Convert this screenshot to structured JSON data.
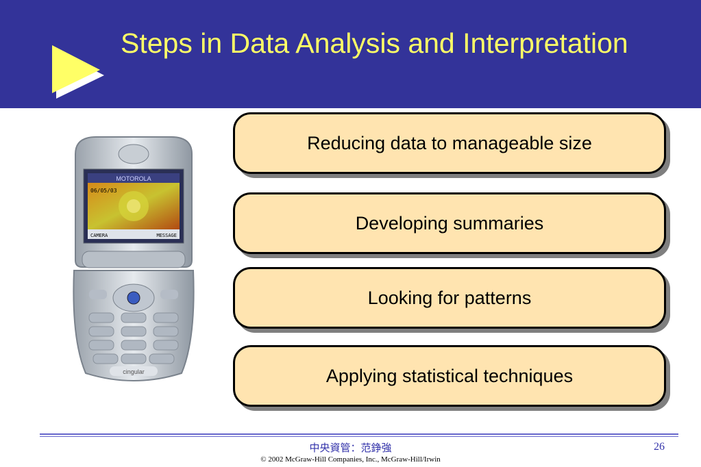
{
  "slide": {
    "title": "Steps in Data Analysis and Interpretation",
    "colors": {
      "header_bg": "#333399",
      "title": "#ffff66",
      "box_fill": "#ffe4b0",
      "footer_text": "#3333aa"
    }
  },
  "steps": [
    {
      "label": "Reducing data to manageable size"
    },
    {
      "label": "Developing summaries"
    },
    {
      "label": "Looking for patterns"
    },
    {
      "label": "Applying statistical techniques"
    }
  ],
  "phone": {
    "brand": "MOTOROLA",
    "date": "06/05/03",
    "softkey_left": "CAMERA",
    "softkey_right": "MESSAGE",
    "carrier": "cingular"
  },
  "footer": {
    "author": "中央資管：范錚強",
    "page_number": "26",
    "copyright": "© 2002 McGraw-Hill Companies, Inc., McGraw-Hill/Irwin"
  }
}
